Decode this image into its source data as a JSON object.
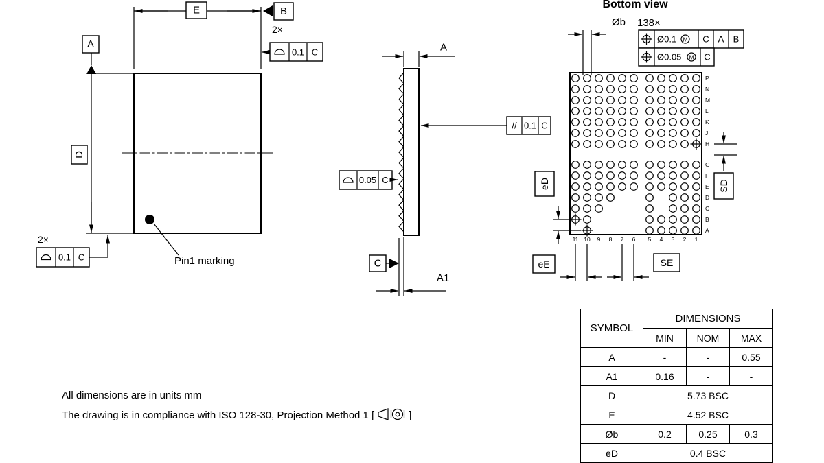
{
  "front_view": {
    "datum_a": "A",
    "datum_b": "B",
    "dim_e": "E",
    "dim_d": "D",
    "qty_top": "2×",
    "fcf_top": {
      "symbol": "profile-of-a-surface",
      "tolerance": "0.1",
      "datum": "C"
    },
    "qty_bottom": "2×",
    "fcf_bottom": {
      "symbol": "profile-of-a-surface",
      "tolerance": "0.1",
      "datum": "C"
    },
    "pin1_label": "Pin1 marking"
  },
  "side_view": {
    "dim_a": "A",
    "dim_a1": "A1",
    "datum_c": "C",
    "fcf_parallelism": {
      "symbol": "parallelism",
      "symbol_text": "//",
      "tolerance": "0.1",
      "datum": "C"
    },
    "fcf_profile": {
      "symbol": "profile-of-a-surface",
      "tolerance": "0.05",
      "datum": "C"
    }
  },
  "bottom_view": {
    "title": "Bottom view",
    "ball_diameter_label": "Øb",
    "ball_count": "138×",
    "fcf_position_1": {
      "symbol": "position",
      "tolerance": "Ø0.1",
      "modifier": "M",
      "datums": [
        "C",
        "A",
        "B"
      ]
    },
    "fcf_position_2": {
      "symbol": "position",
      "tolerance": "Ø0.05",
      "modifier": "M",
      "datums": [
        "C"
      ]
    },
    "row_labels": [
      "P",
      "N",
      "M",
      "L",
      "K",
      "J",
      "H",
      "G",
      "F",
      "E",
      "D",
      "C",
      "B",
      "A"
    ],
    "col_labels": [
      "11",
      "10",
      "9",
      "8",
      "7",
      "6",
      "5",
      "4",
      "3",
      "2",
      "1"
    ],
    "grid": [
      "ooooooooooo",
      "ooooooooooo",
      "ooooooooooo",
      "ooooooooooo",
      "ooooooooooo",
      "ooooooooooo",
      "oooooooooot",
      "ooooooooooo",
      "ooooooooooo",
      "ooooooooooo",
      "oooo..o.ooo",
      "ooo...o.ooo",
      "to....ooooo",
      ".t....ooooo"
    ],
    "dim_ed": "eD",
    "dim_ee": "eE",
    "dim_sd": "SD",
    "dim_se": "SE"
  },
  "notes": {
    "line1": "All dimensions are in units mm",
    "line2_prefix": "The drawing is in compliance with ISO 128-30, Projection Method 1 [",
    "line2_suffix": "]"
  },
  "table": {
    "symbol_header": "SYMBOL",
    "dimensions_header": "DIMENSIONS",
    "columns": [
      "MIN",
      "NOM",
      "MAX"
    ],
    "rows": [
      {
        "symbol": "A",
        "min": "-",
        "nom": "-",
        "max": "0.55"
      },
      {
        "symbol": "A1",
        "min": "0.16",
        "nom": "-",
        "max": "-"
      },
      {
        "symbol": "D",
        "span": "5.73 BSC"
      },
      {
        "symbol": "E",
        "span": "4.52 BSC"
      },
      {
        "symbol": "Øb",
        "min": "0.2",
        "nom": "0.25",
        "max": "0.3"
      },
      {
        "symbol": "eD",
        "span": "0.4 BSC"
      }
    ]
  },
  "colors": {
    "line": "#000000",
    "background": "#ffffff"
  }
}
